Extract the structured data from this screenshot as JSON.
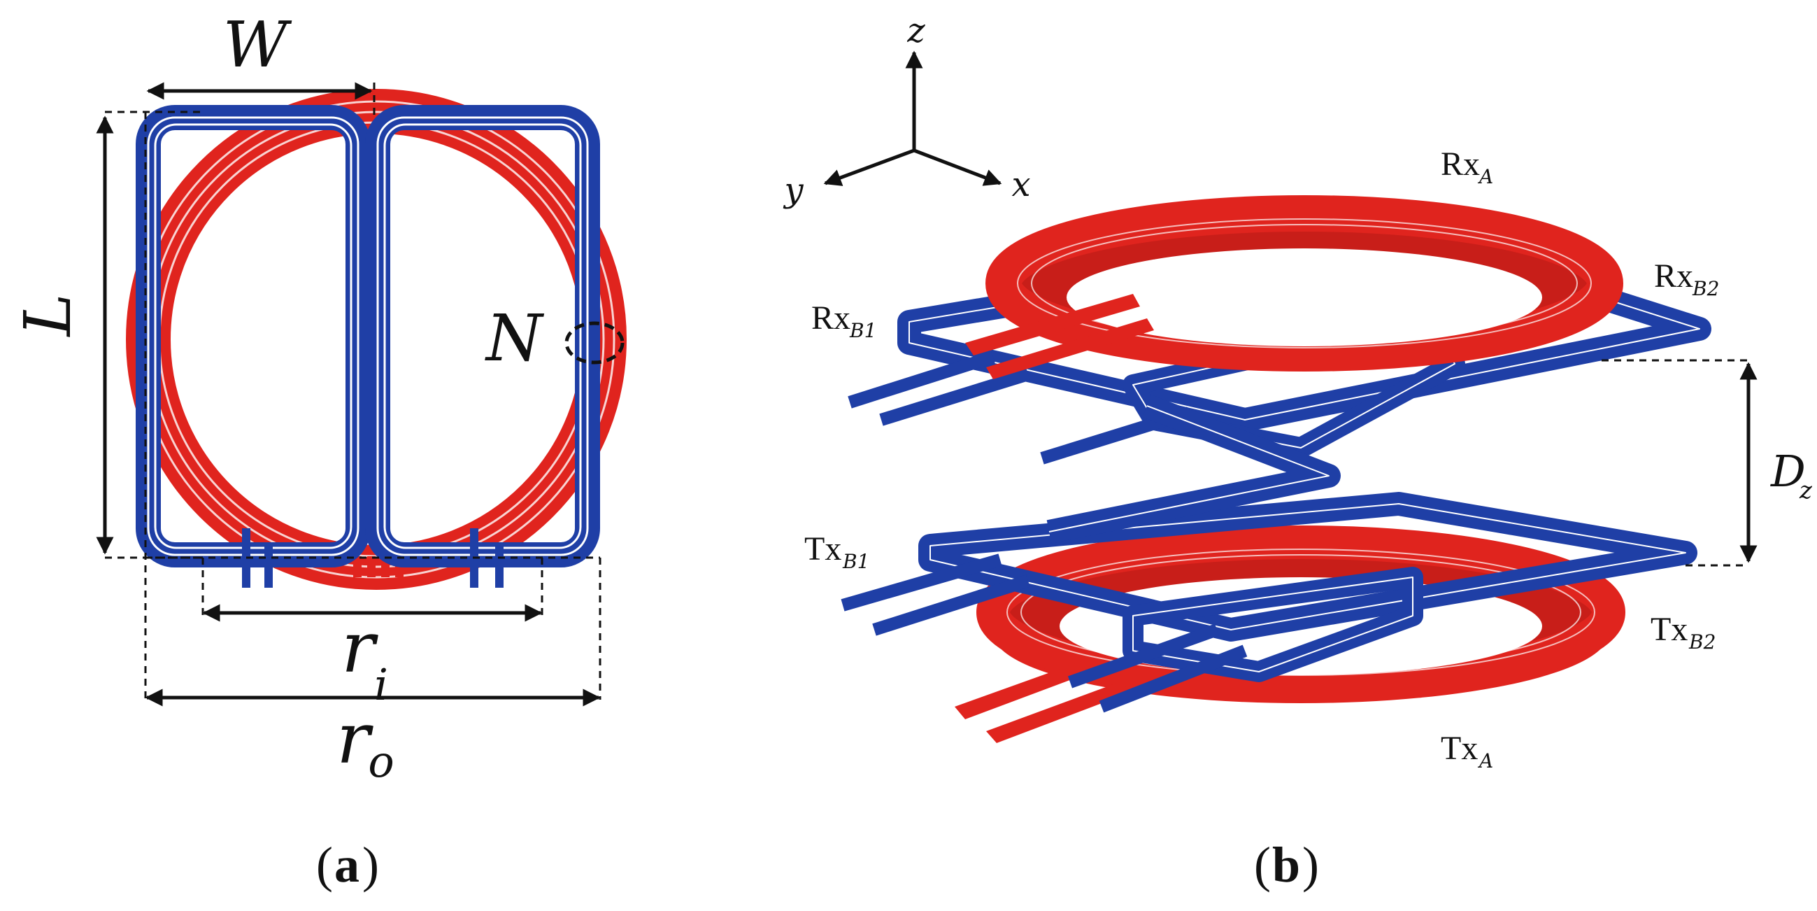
{
  "panel_a": {
    "caption_open": "(",
    "caption_letter": "a",
    "caption_close": ")",
    "dim_W": "W",
    "dim_L": "L",
    "dim_N": "N",
    "dim_r": "r",
    "dim_i": "i",
    "dim_o": "o"
  },
  "panel_b": {
    "caption_open": "(",
    "caption_letter": "b",
    "caption_close": ")",
    "axis_z": "z",
    "axis_y": "y",
    "axis_x": "x",
    "rx_a_main": "Rx",
    "rx_a_sub": "A",
    "rx_b1_main": "Rx",
    "rx_b1_sub": "B1",
    "rx_b2_main": "Rx",
    "rx_b2_sub": "B2",
    "tx_a_main": "Tx",
    "tx_a_sub": "A",
    "tx_b1_main": "Tx",
    "tx_b1_sub": "B1",
    "tx_b2_main": "Tx",
    "tx_b2_sub": "B2",
    "dim_D": "D",
    "dim_z": "z"
  },
  "colors": {
    "coil_a": "#e0241e",
    "coil_b": "#1f3fa6",
    "ink": "#111111"
  }
}
